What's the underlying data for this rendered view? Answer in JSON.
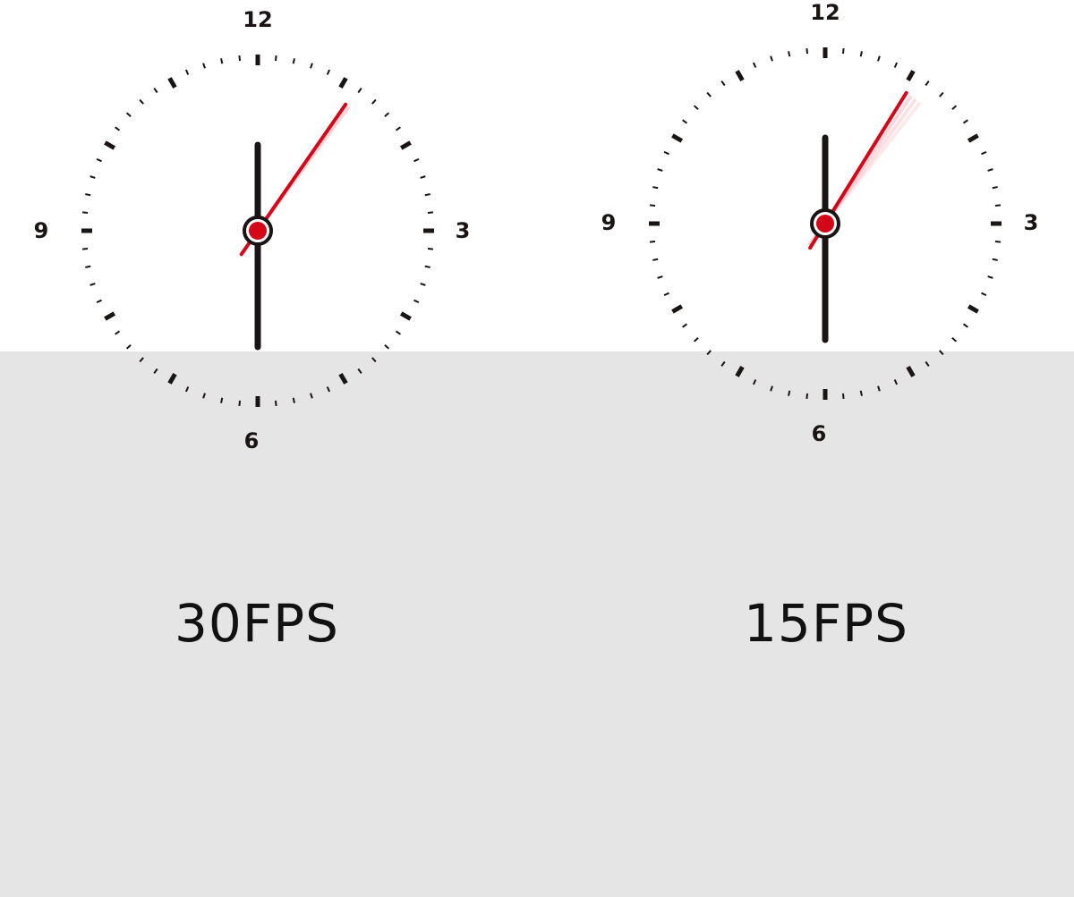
{
  "colors": {
    "background_top": "#ffffff",
    "background_bottom": "#e5e5e5",
    "ink": "#1a1414",
    "second_hand": "#d4061a",
    "motion_trail": "#f4aab4"
  },
  "clocks": [
    {
      "label": "30FPS",
      "numerals": {
        "n12": "12",
        "n3": "3",
        "n6": "6",
        "n9": "9"
      },
      "hour_hand_position": 12.0,
      "minute_hand_position": 30,
      "second_hand_position": 5.8,
      "motion_trail": false
    },
    {
      "label": "15FPS",
      "numerals": {
        "n12": "12",
        "n3": "3",
        "n6": "6",
        "n9": "9"
      },
      "hour_hand_position": 12.0,
      "minute_hand_position": 30,
      "second_hand_position": 5.3,
      "motion_trail": true
    }
  ]
}
